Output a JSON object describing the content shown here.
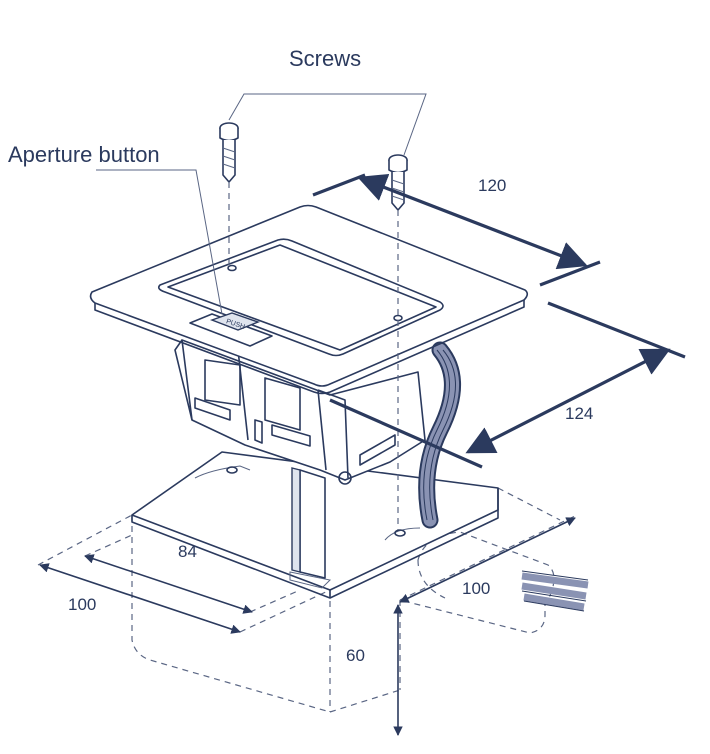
{
  "labels": {
    "screws": "Screws",
    "aperture_button": "Aperture button"
  },
  "dimensions": {
    "top_width": "120",
    "top_depth": "124",
    "box_front_inner": "84",
    "box_front_outer": "100",
    "box_side": "100",
    "box_height": "60"
  },
  "button_text": "PUSH",
  "colors": {
    "ink": "#2b3a5e",
    "cable": "#8a93b3"
  }
}
